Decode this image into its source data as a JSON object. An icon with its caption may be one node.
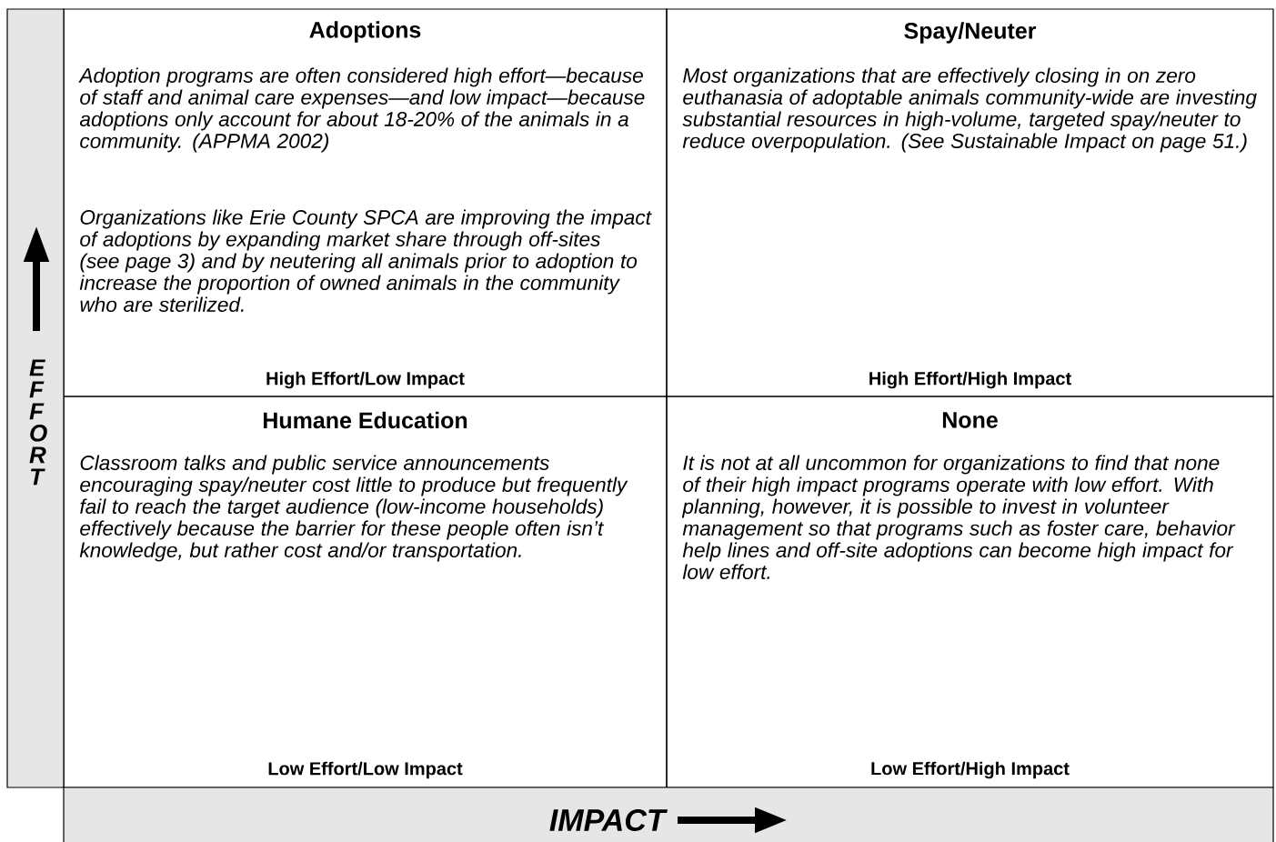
{
  "diagram": {
    "nodes": [
      {
        "text": [
          "Adoptions",
          "Adoption programs are often considered high effort—because of staff and animal care expenses—and low impact—because adoptions only account for about 18-20% of the animals in a community. (APPMA 2002)",
          "Organizations like Erie County SPCA are improving the impact of adoptions by expanding market share through off-sites (see page 3) and by neutering all animals prior to adoption to increase the proportion of owned animals in the community who are sterilized.",
          "High Effort/Low Impact"
        ]
      },
      {
        "text": [
          "Spay/Neuter",
          "Most organizations that are effectively closing in on zero euthanasia of adoptable animals community-wide are investing substantial resources in high-volume, targeted spay/neuter to reduce overpopulation. (See Sustainable Impact on page 51.)",
          "High Effort/High Impact"
        ]
      },
      {
        "text": [
          "Humane Education",
          "Classroom talks and public service announcements encouraging spay/neuter cost little to produce but frequently fail to reach the target audience (low-income households) effectively because the barrier for these people often isn’t knowledge, but rather cost and/or transportation.",
          "Low Effort/Low Impact"
        ]
      },
      {
        "text": [
          "None",
          "It is not at all uncommon for organizations to find that none of their high impact programs operate with low effort. With planning, however, it is possible to invest in volunteer management so that programs such as foster care, behavior help lines and off-site adoptions can become high impact for low effort.",
          "Low Effort/High Impact"
        ]
      },
      {
        "text": [
          "E F F O R T"
        ]
      },
      {
        "text": [
          "IMPACT"
        ]
      }
    ]
  }
}
